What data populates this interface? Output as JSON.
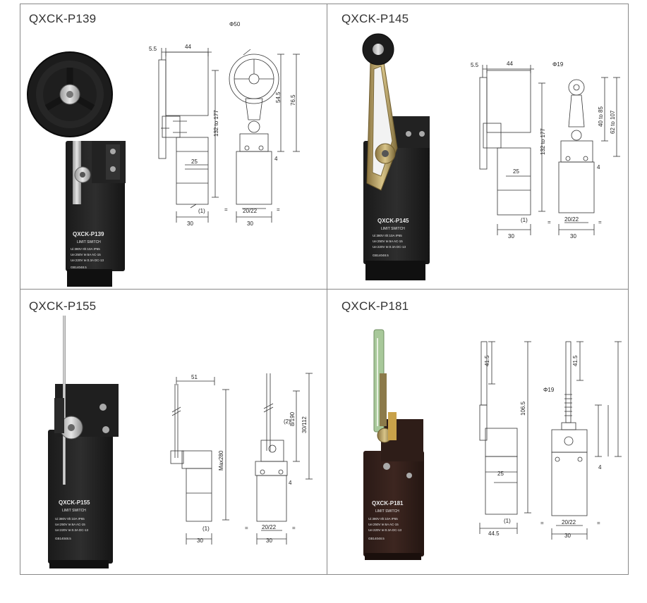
{
  "cells": [
    {
      "title": "QXCK-P139",
      "product": {
        "model": "QXCK-P139",
        "subtitle": "LIMIT SWITCH",
        "specs": [
          "Ui:380V  Ith:10A  IP65",
          "Ue:250V  Ie:6A   AC-15",
          "Ue:220V  Ie:0.3A  DC-13"
        ],
        "standard": "GB14048.5"
      },
      "dims": {
        "d1": "5.5",
        "d2": "44",
        "d3": "Φ50",
        "d4": "132 to 177",
        "d5": "54.5",
        "d6": "76.5",
        "d7": "25",
        "d8": "4",
        "d9": "(1)",
        "d10": "30",
        "d11": "20/22",
        "d12": "30",
        "d13": "=",
        "d14": "="
      }
    },
    {
      "title": "QXCK-P145",
      "product": {
        "model": "QXCK-P145",
        "subtitle": "LIMIT SWITCH",
        "specs": [
          "Ui:380V  Ith:10A  IP65",
          "Ue:250V  Ie:6A   AC-15",
          "Ue:220V  Ie:0.3A  DC-13"
        ],
        "standard": "GB14048.5"
      },
      "dims": {
        "d1": "5.5",
        "d2": "44",
        "d3": "Φ19",
        "d4": "132 to 177",
        "d5": "40 to 85",
        "d6": "62 to 107",
        "d7": "25",
        "d8": "4",
        "d9": "(1)",
        "d10": "30",
        "d11": "20/22",
        "d12": "30",
        "d13": "=",
        "d14": "="
      }
    },
    {
      "title": "QXCK-P155",
      "product": {
        "model": "QXCK-P155",
        "subtitle": "LIMIT SWITCH",
        "specs": [
          "Ui:380V  Ith:10A  IP65",
          "Ue:250V  Ie:6A   AC-15",
          "Ue:220V  Ie:0.3A  DC-13"
        ],
        "standard": "GB14048.5"
      },
      "dims": {
        "d1": "51",
        "d2": "Max280",
        "d3": "8/190",
        "d4": "30/112",
        "d5": "(2)",
        "d6": "4",
        "d7": "(1)",
        "d8": "30",
        "d9": "20/22",
        "d10": "30",
        "d11": "=",
        "d12": "="
      }
    },
    {
      "title": "QXCK-P181",
      "product": {
        "model": "QXCK-P181",
        "subtitle": "LIMIT SWITCH",
        "specs": [
          "Ui:380V  Ith:10A  IP65",
          "Ue:250V  Ie:6A   AC-15",
          "Ue:220V  Ie:0.3A  DC-13"
        ],
        "standard": "GB14048.5"
      },
      "dims": {
        "d1": "41.5",
        "d2": "106.5",
        "d3": "25",
        "d4": "(1)",
        "d5": "44.5",
        "d6": "41.5",
        "d7": "Φ19",
        "d8": "4",
        "d9": "20/22",
        "d10": "30",
        "d11": "=",
        "d12": "="
      }
    }
  ]
}
